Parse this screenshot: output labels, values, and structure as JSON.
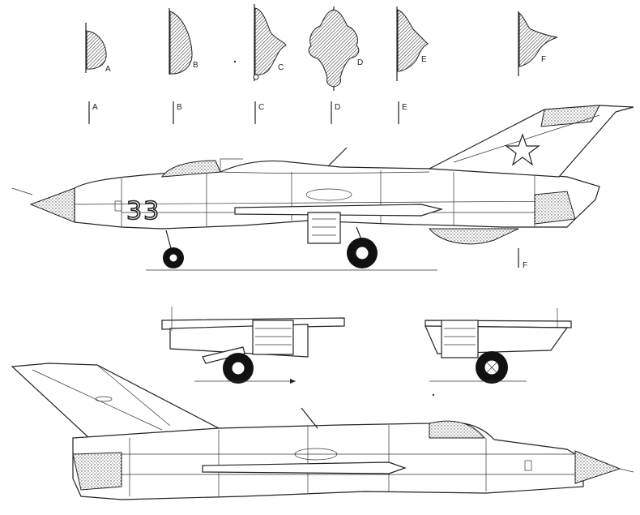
{
  "sections": [
    {
      "id": "A",
      "label": "A"
    },
    {
      "id": "B",
      "label": "B"
    },
    {
      "id": "C",
      "label": "C"
    },
    {
      "id": "D",
      "label": "D"
    },
    {
      "id": "E",
      "label": "E"
    },
    {
      "id": "F",
      "label": "F"
    }
  ],
  "station_marks": [
    "A",
    "B",
    "C",
    "D",
    "E",
    "F"
  ],
  "side_number": "33",
  "insignia": "red-star-icon",
  "colors": {
    "ink": "#222222",
    "background": "#ffffff"
  }
}
